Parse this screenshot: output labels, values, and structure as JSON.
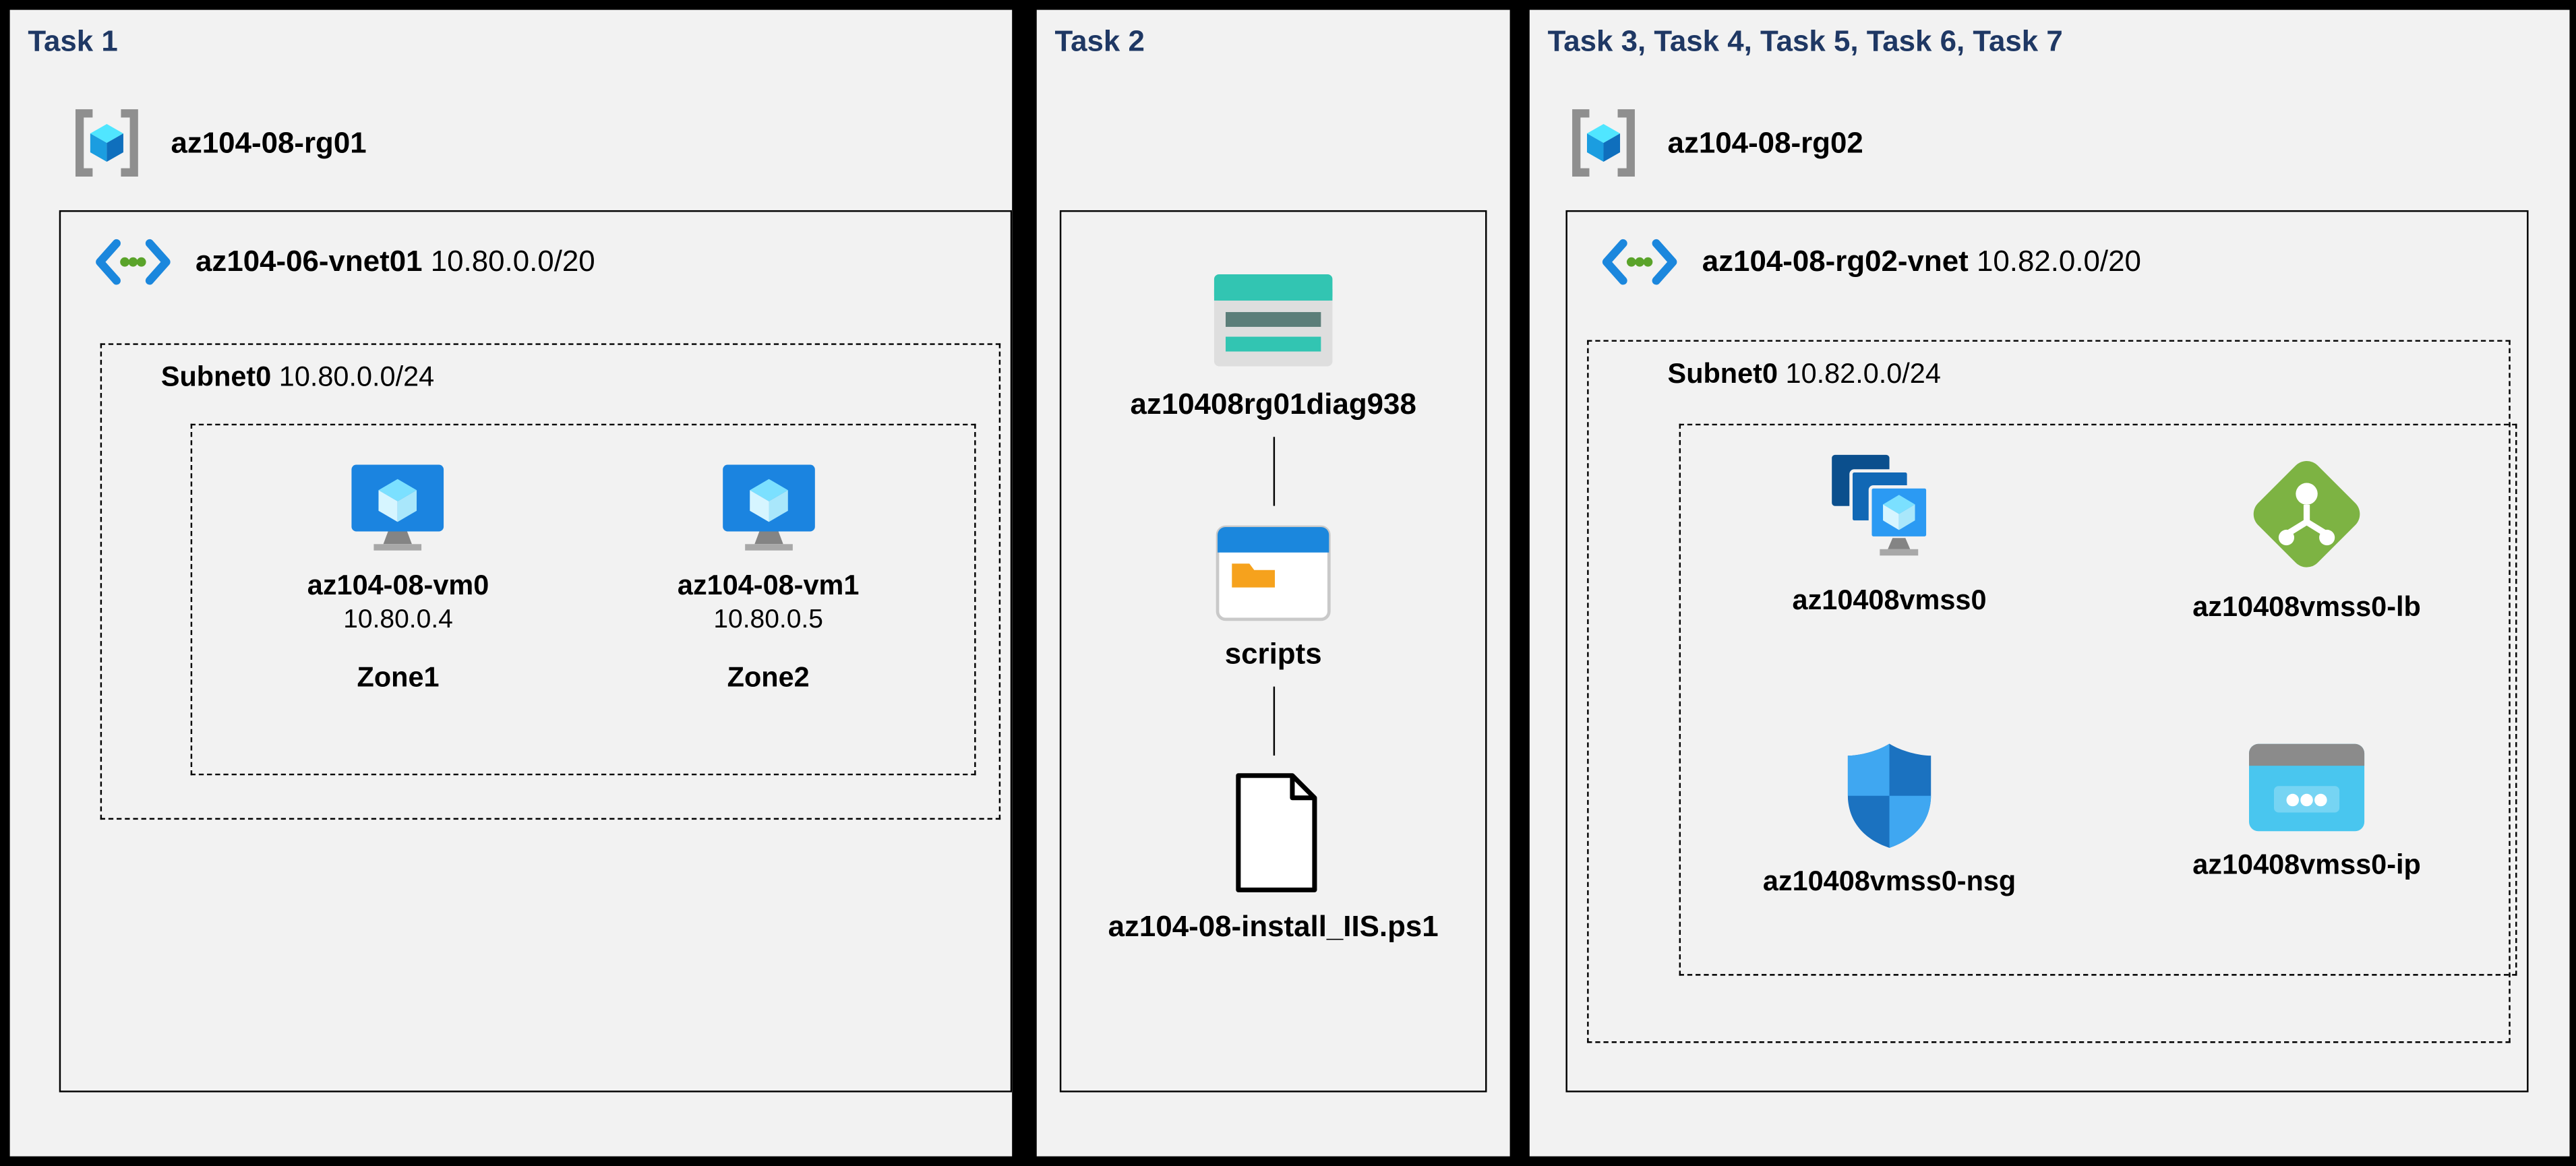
{
  "task1": {
    "title": "Task 1",
    "resource_group": "az104-08-rg01",
    "vnet_name": "az104-06-vnet01",
    "vnet_cidr": "10.80.0.0/20",
    "subnet_name": "Subnet0",
    "subnet_cidr": "10.80.0.0/24",
    "vms": [
      {
        "name": "az104-08-vm0",
        "ip": "10.80.0.4",
        "zone": "Zone1"
      },
      {
        "name": "az104-08-vm1",
        "ip": "10.80.0.5",
        "zone": "Zone2"
      }
    ]
  },
  "task2": {
    "title": "Task 2",
    "storage_account": "az10408rg01diag938",
    "container": "scripts",
    "script_file": "az104-08-install_IIS.ps1"
  },
  "task3": {
    "title": "Task 3, Task 4, Task 5, Task 6, Task 7",
    "resource_group": "az104-08-rg02",
    "vnet_name": "az104-08-rg02-vnet",
    "vnet_cidr": "10.82.0.0/20",
    "subnet_name": "Subnet0",
    "subnet_cidr": "10.82.0.0/24",
    "resources": {
      "vmss": "az10408vmss0",
      "lb": "az10408vmss0-lb",
      "nsg": "az10408vmss0-nsg",
      "ip": "az10408vmss0-ip"
    }
  },
  "icons": {
    "resource_group": "resource-group-icon",
    "virtual_network": "virtual-network-icon",
    "virtual_machine": "vm-icon",
    "storage_account": "storage-account-icon",
    "container": "folder-container-icon",
    "file": "file-icon",
    "vmss": "vmss-icon",
    "load_balancer": "load-balancer-icon",
    "nsg": "nsg-icon",
    "public_ip": "public-ip-icon"
  },
  "colors": {
    "title": "#1f3864",
    "panel_bg": "#f2f2f2",
    "canvas_bg": "#000000",
    "azure_blue": "#1b87dd",
    "teal": "#32c5b2",
    "green": "#7db343"
  }
}
